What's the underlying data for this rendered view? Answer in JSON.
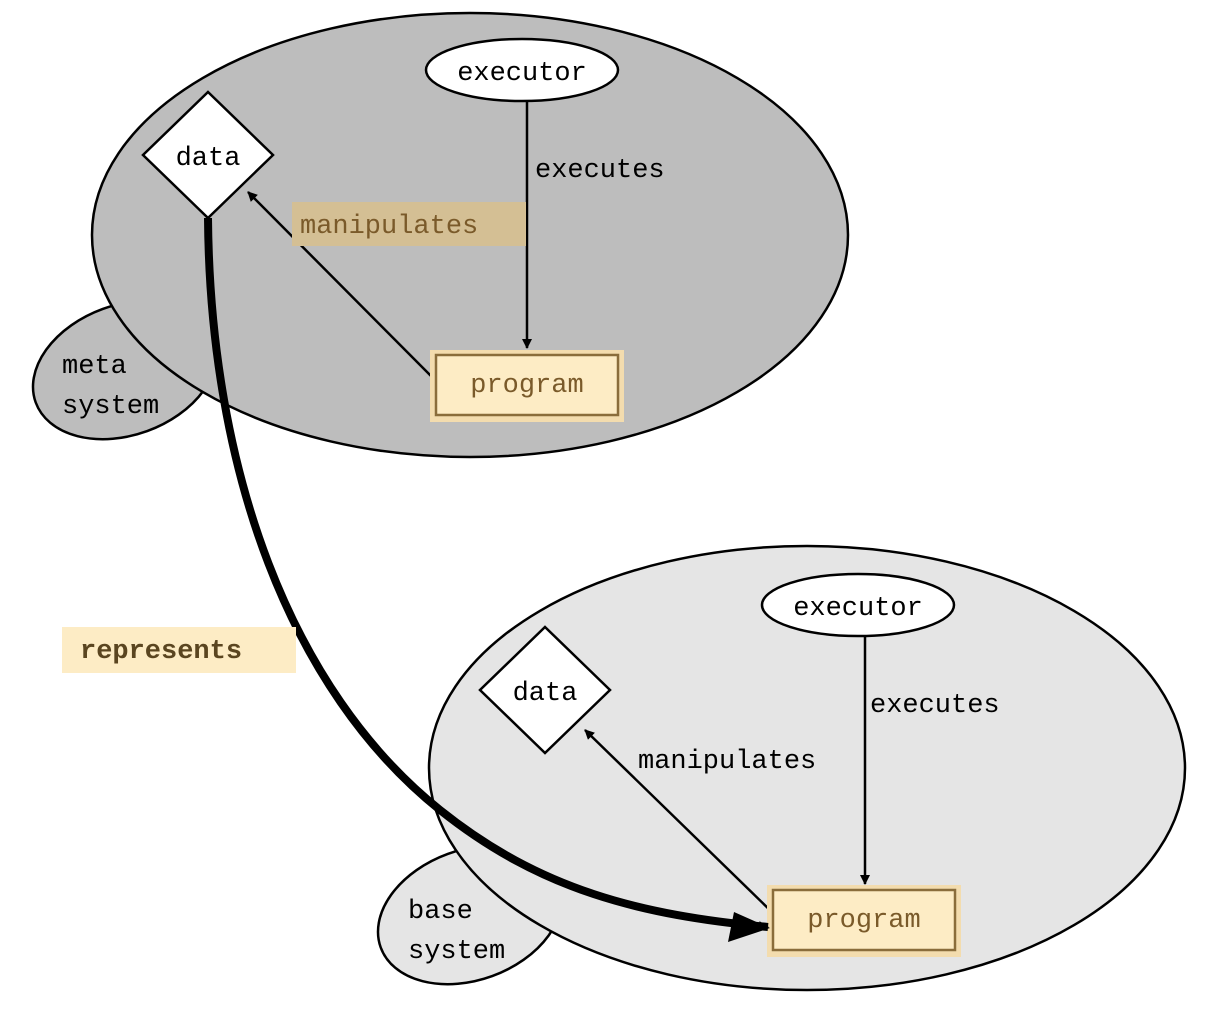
{
  "meta_system": {
    "label_line1": "meta",
    "label_line2": "system",
    "fill": "#bdbdbd",
    "executor": "executor",
    "data": "data",
    "program": "program",
    "executes": "executes",
    "manipulates": "manipulates"
  },
  "base_system": {
    "label_line1": "base",
    "label_line2": "system",
    "fill": "#e5e5e5",
    "executor": "executor",
    "data": "data",
    "program": "program",
    "executes": "executes",
    "manipulates": "manipulates"
  },
  "represents": "represents",
  "colors": {
    "program_fill": "#fdecc5",
    "program_border": "#8a6d3b",
    "program_text": "#7a5a2a",
    "label_highlight": "#f6e4b8",
    "manipulates_highlight": "#d4bf94"
  }
}
